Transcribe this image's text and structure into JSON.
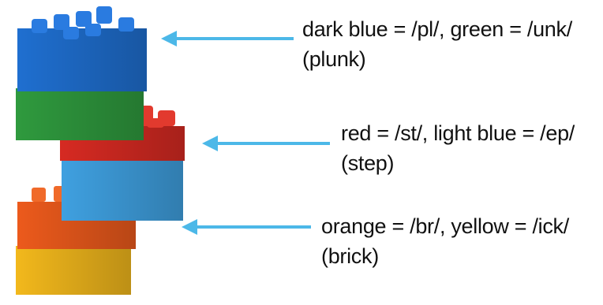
{
  "colors": {
    "dark_blue": "#1f6fd0",
    "green": "#2f9a3e",
    "red": "#d62a22",
    "light_blue": "#3fa0e0",
    "orange": "#ec5a1c",
    "yellow": "#f2b81c",
    "arrow": "#4cb8e8"
  },
  "bricks": [
    {
      "id": "plunk",
      "label_line1": "dark blue = /pl/, green = /unk/",
      "label_line2": "(plunk)",
      "top_color": "dark blue",
      "bottom_color": "green"
    },
    {
      "id": "step",
      "label_line1": "red = /st/, light blue = /ep/",
      "label_line2": "(step)",
      "top_color": "red",
      "bottom_color": "light blue"
    },
    {
      "id": "brick",
      "label_line1": "orange = /br/, yellow = /ick/",
      "label_line2": "(brick)",
      "top_color": "orange",
      "bottom_color": "yellow"
    }
  ]
}
